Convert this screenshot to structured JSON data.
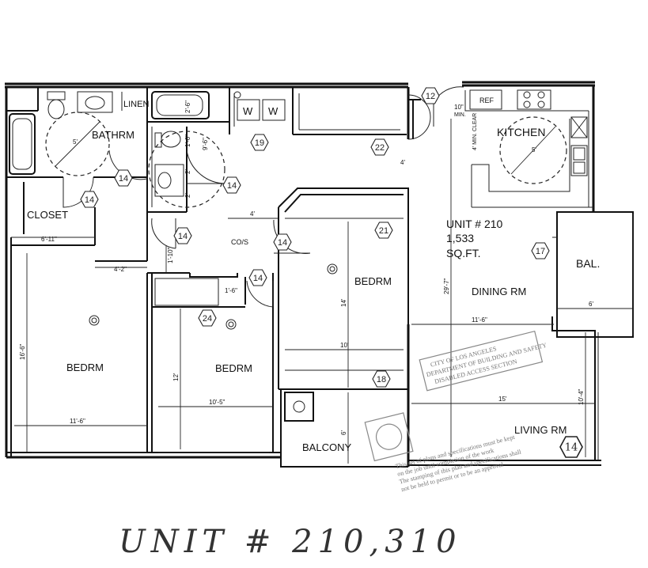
{
  "rooms": {
    "bathroom": "BATHRM",
    "linen": "LINEN",
    "closet": "CLOSET",
    "kitchen": "KITCHEN",
    "bedroom_left": "BEDRM",
    "bedroom_middle": "BEDRM",
    "bedroom_right": "BEDRM",
    "dining": "DINING RM",
    "living": "LIVING RM",
    "balcony_right": "BAL.",
    "balcony_bottom": "BALCONY",
    "coat_closet": "CO/S"
  },
  "unit_info": {
    "unit_line": "UNIT # 210",
    "area_line": "1,533",
    "units_line": "SQ.FT."
  },
  "appliances": {
    "washer": "W",
    "dryer": "W",
    "refrigerator": "REF"
  },
  "tags": [
    "14",
    "14",
    "14",
    "14",
    "14",
    "14",
    "19",
    "22",
    "21",
    "24",
    "18",
    "17",
    "12",
    "14"
  ],
  "dimensions": {
    "closet_width": "6'-11\"",
    "bedroom_left_width": "11'-6\"",
    "bedroom_left_height": "16'-6\"",
    "hall_width": "4'-2\"",
    "hall_short": "1'-10\"",
    "bedroom_mid_width": "10'-5\"",
    "bedroom_mid_height": "12'",
    "closet_small": "1'-6\"",
    "bedroom_right_width": "10'",
    "bedroom_right_height": "14'",
    "hall_four": "4'",
    "bath_dim_a": "2'-6\"",
    "bath_dim_b": "9'-6\"",
    "bath_dim_c": "1'-6\"",
    "bath_dim_d": "2'",
    "bath_dim_e": "2'",
    "bath_circle": "5'",
    "kitchen_circle": "5'",
    "kitchen_clear": "4' MIN. CLEAR",
    "kitchen_top": "10\"",
    "kitchen_min": "MIN.",
    "dining_width": "11'-6\"",
    "dining_height": "29'-7\"",
    "balcony_right_width": "6'",
    "living_width": "15'",
    "living_height": "10'-4\"",
    "balcony_bottom_depth": "6'",
    "entry_four": "4'"
  },
  "stamp_text": {
    "line1": "CITY OF LOS ANGELES",
    "line2": "DEPARTMENT OF BUILDING AND SAFETY",
    "line3": "DISABLED ACCESS SECTION",
    "line4": "This set of plans and specifications must be kept",
    "line5": "on the job until completion of the work",
    "line6": "The stamping of this plan and specifications shall",
    "line7": "not be held to permit or to be an approval"
  },
  "caption": "UNIT # 210,310"
}
